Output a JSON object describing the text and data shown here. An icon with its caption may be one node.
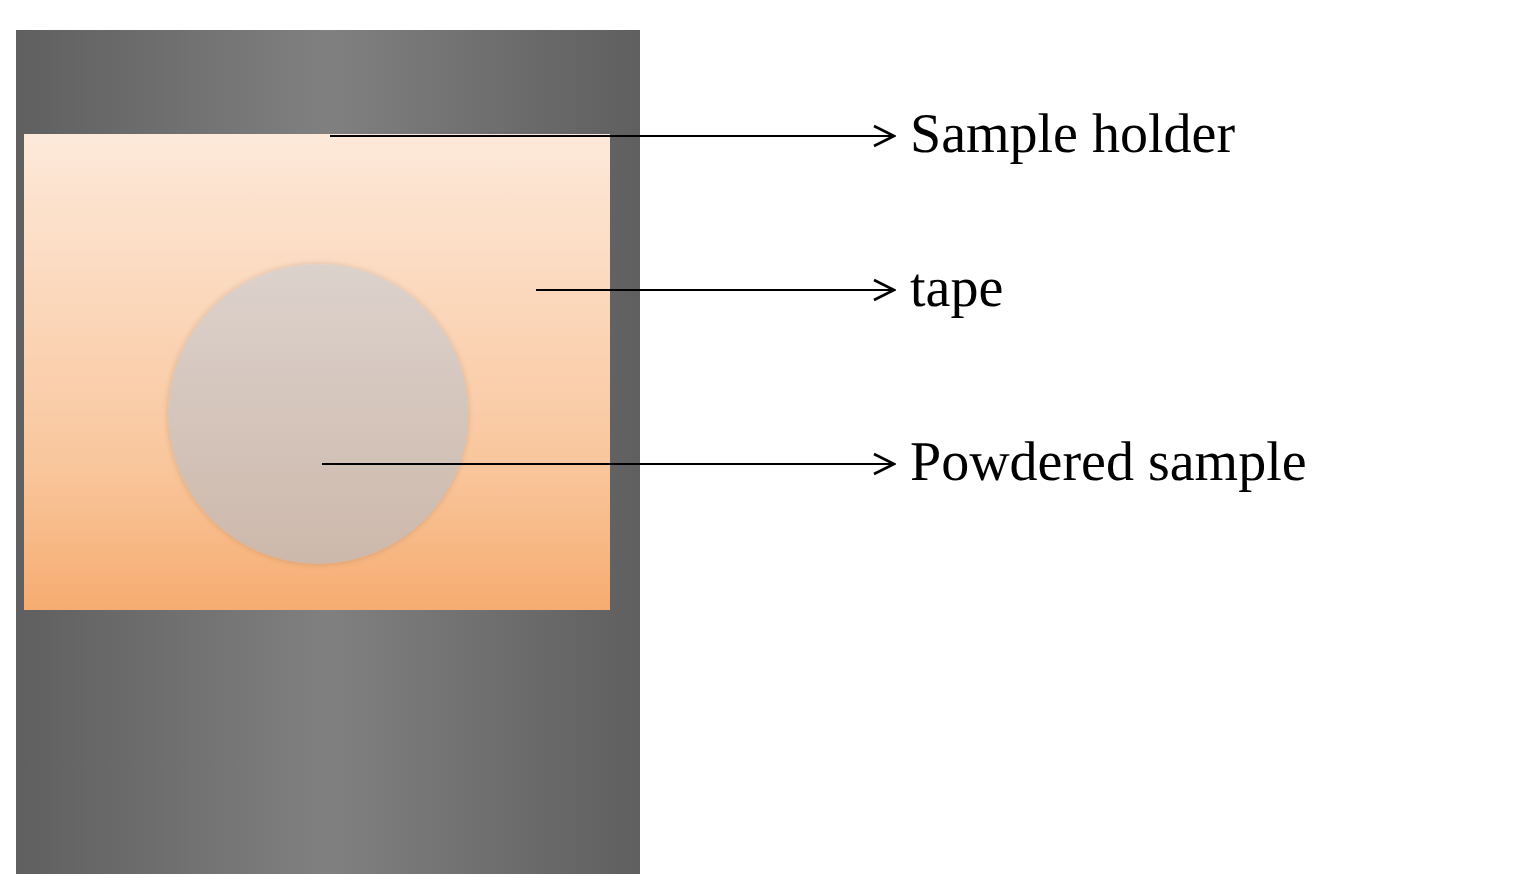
{
  "diagram": {
    "nodes": [
      {
        "text": [],
        "shape": "box"
      },
      {
        "text": [],
        "shape": "box",
        "in": 0
      },
      {
        "text": [],
        "shape": "circle",
        "in": 1
      },
      {
        "text": [
          "Sample holder"
        ]
      },
      {
        "text": [
          "tape"
        ]
      },
      {
        "text": [
          "Powdered sample"
        ]
      }
    ],
    "edges": [
      {
        "from": 0,
        "to": 3,
        "arrow": "to"
      },
      {
        "from": 1,
        "to": 4,
        "arrow": "to"
      },
      {
        "from": 2,
        "to": 5,
        "arrow": "to"
      }
    ]
  }
}
